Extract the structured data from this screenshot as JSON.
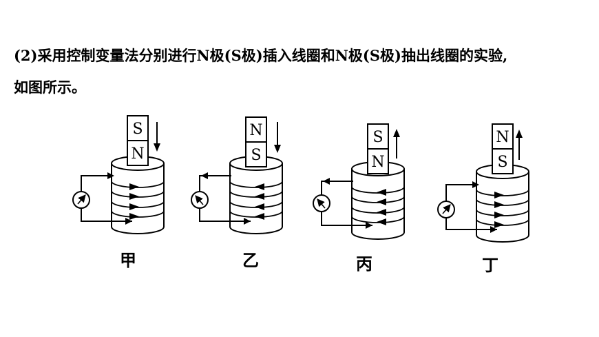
{
  "text": {
    "line1": "(2)采用控制变量法分别进行N极(S极)插入线圈和N极(S极)抽出线圈的实验,",
    "line2": "如图所示。"
  },
  "figures": [
    {
      "caption": "甲",
      "magnet_top": "S",
      "magnet_bottom": "N",
      "motion": "down",
      "current": "right"
    },
    {
      "caption": "乙",
      "magnet_top": "N",
      "magnet_bottom": "S",
      "motion": "down",
      "current": "left"
    },
    {
      "caption": "丙",
      "magnet_top": "S",
      "magnet_bottom": "N",
      "motion": "up",
      "current": "left"
    },
    {
      "caption": "丁",
      "magnet_top": "N",
      "magnet_bottom": "S",
      "motion": "up",
      "current": "right"
    }
  ]
}
